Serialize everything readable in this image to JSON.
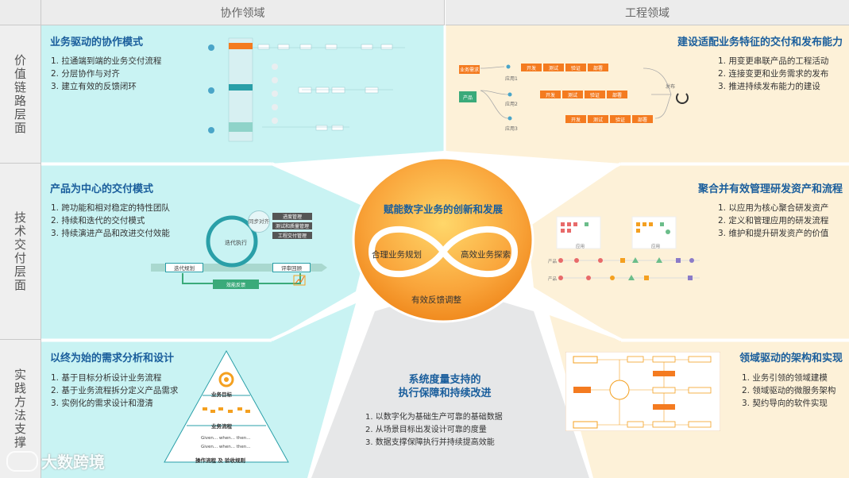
{
  "header": {
    "left_title": "协作领域",
    "right_title": "工程领域"
  },
  "side": {
    "row1": "价值链路层面",
    "row2": "技术交付层面",
    "row3": "实践方法支撑"
  },
  "panels": {
    "p1": {
      "title": "业务驱动的协作模式",
      "items": [
        "1. 拉通端到端的业务交付流程",
        "2. 分层协作与对齐",
        "3. 建立有效的反馈闭环"
      ]
    },
    "p2": {
      "title": "建设适配业务特征的交付和发布能力",
      "items": [
        "1. 用变更串联产品的工程活动",
        "2. 连接变更和业务需求的发布",
        "3. 推进持续发布能力的建设"
      ]
    },
    "p3": {
      "title": "产品为中心的交付模式",
      "items": [
        "1. 跨功能和相对稳定的特性团队",
        "2. 持续和迭代的交付模式",
        "3. 持续演进产品和改进交付效能"
      ]
    },
    "p4": {
      "title": "聚合并有效管理研发资产和流程",
      "items": [
        "1. 以应用为核心聚合研发资产",
        "2. 定义和管理应用的研发流程",
        "3. 维护和提升研发资产的价值"
      ]
    },
    "p5": {
      "title": "以终为始的需求分析和设计",
      "items": [
        "1. 基于目标分析设计业务流程",
        "2. 基于业务流程拆分定义产品需求",
        "3. 实例化的需求设计和澄清"
      ]
    },
    "p6": {
      "title_line1": "系统度量支持的",
      "title_line2": "执行保障和持续改进",
      "items": [
        "1. 以数字化为基础生产可靠的基础数据",
        "2. 从场景目标出发设计可靠的度量",
        "3. 数据支撑保障执行并持续提高效能"
      ]
    },
    "p7": {
      "title": "领域驱动的架构和实现",
      "items": [
        "1. 业务引领的领域建模",
        "2. 领域驱动的微服务架构",
        "3. 契约导向的软件实现"
      ]
    }
  },
  "center": {
    "title": "赋能数字业务的创新和发展",
    "left": "合理业务规划",
    "right": "高效业务探索",
    "bottom": "有效反馈调整"
  },
  "diagram_texts": {
    "iter_cycle": {
      "sync": "同步对齐",
      "exec": "迭代执行",
      "plan": "迭代规划",
      "review": "评审回顾",
      "feedback": "效能反馈",
      "tags": [
        "进度管理",
        "测试和质量管理",
        "工程交付管理"
      ]
    },
    "pyramid": {
      "l1": "业务目标",
      "l2": "业务流程",
      "l3": "操作流程 及 验收规则",
      "gwt1": "Given... when... then...",
      "gwt2": "Given... when... then..."
    },
    "release": {
      "req": "业务需求",
      "product": "产品",
      "apps": [
        "应用1",
        "应用2",
        "应用3"
      ],
      "steps": [
        "开发",
        "测试",
        "验证",
        "部署"
      ],
      "publish": "发布"
    },
    "assets": {
      "app": "应用",
      "app_label": "产品"
    }
  },
  "watermark": "大数跨境",
  "colors": {
    "cyan_bg": "#c9f3f3",
    "peach_bg": "#fdf1d8",
    "grey_bg": "#e6e7e8",
    "accent_orange": "#f47b20",
    "title_blue": "#1a5e9c",
    "teal": "#2a9fa8"
  }
}
